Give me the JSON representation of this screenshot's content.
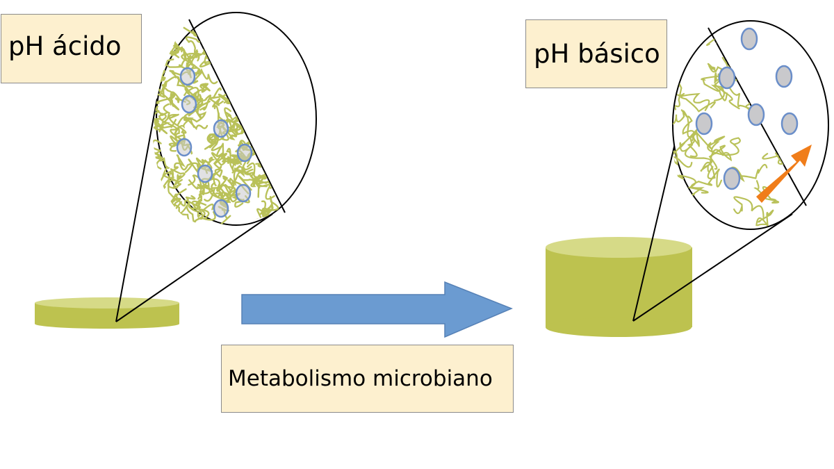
{
  "labels": {
    "acid": "pH ácido",
    "basic": "pH básico",
    "process": "Metabolismo microbiano"
  },
  "colors": {
    "fiber": "#b9c159",
    "disc": "#bdc24f",
    "disc_top": "#d6da87",
    "process_arrow": "#6b9bd1",
    "release_arrow": "#f07d1a",
    "particle_fill": "#c9c9cc",
    "particle_stroke": "#6a8ec9",
    "label_bg": "#fdf0cf"
  }
}
